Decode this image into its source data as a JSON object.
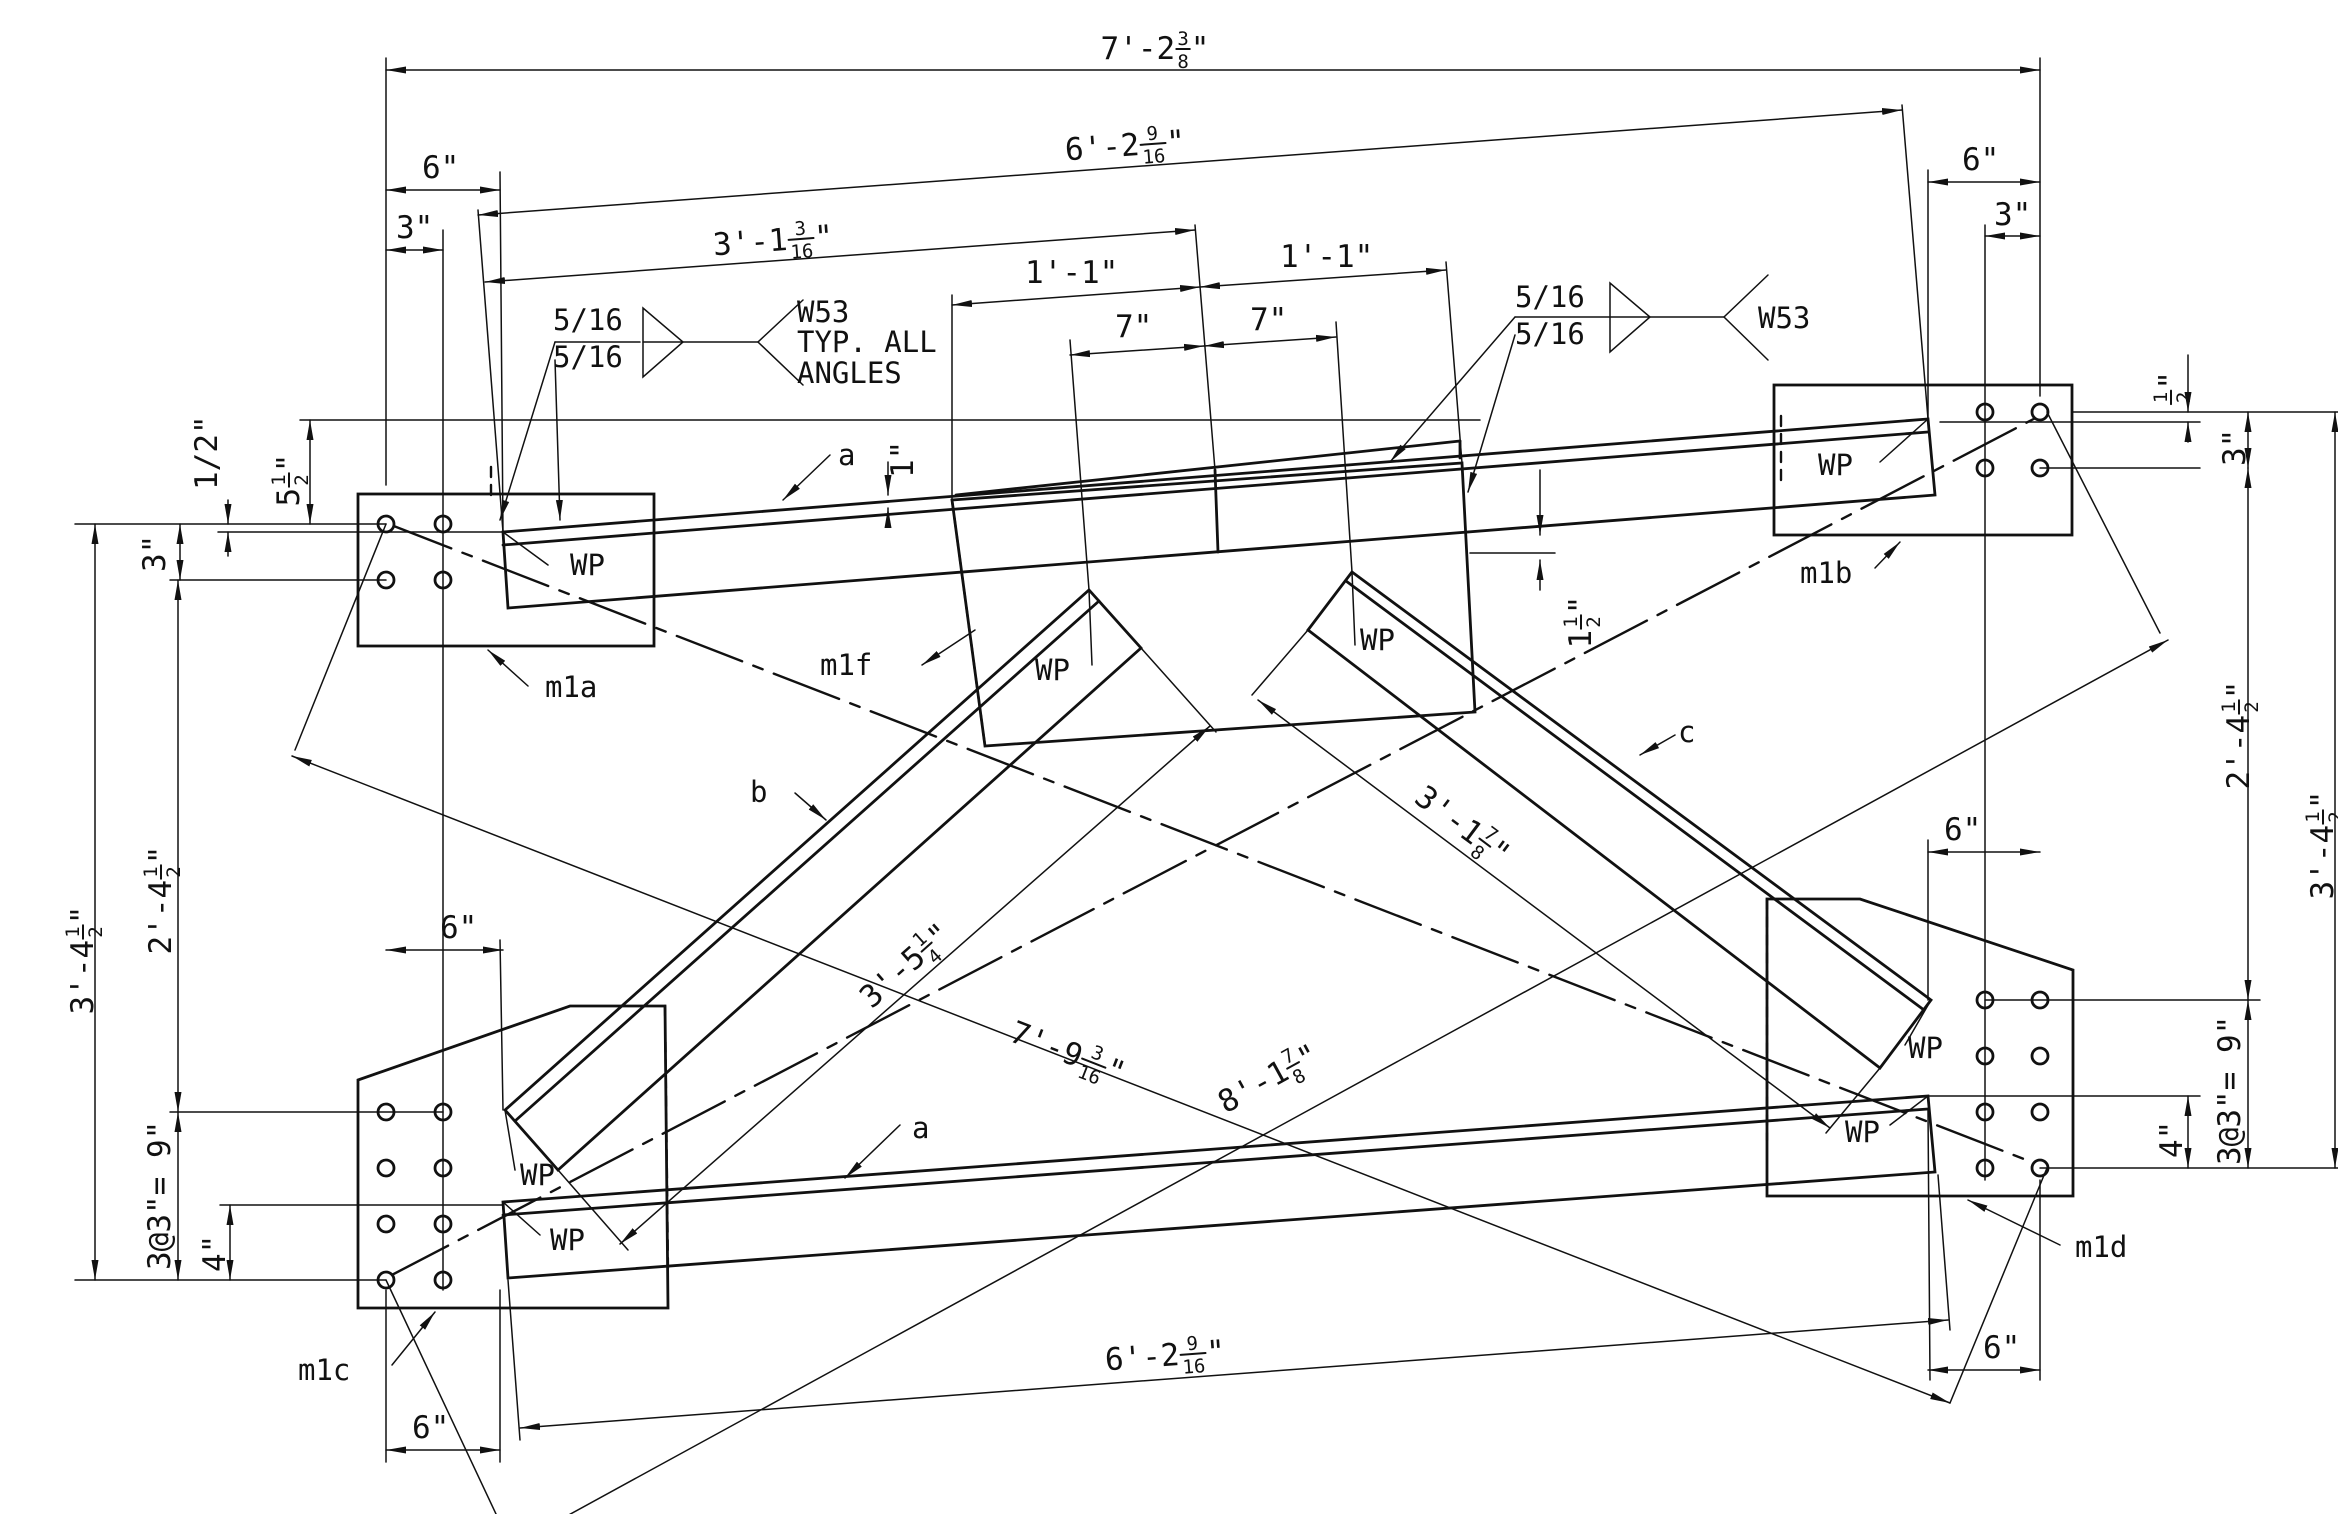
{
  "weld": {
    "left": {
      "size_top": "5/16",
      "size_bottom": "5/16",
      "note_lines": [
        "W53",
        "TYP. ALL",
        "ANGLES"
      ]
    },
    "right": {
      "size_top": "5/16",
      "size_bottom": "5/16",
      "note": "W53"
    }
  },
  "piece_marks": {
    "m1a": "m1a",
    "m1b": "m1b",
    "m1c": "m1c",
    "m1d": "m1d",
    "m1f": "m1f",
    "a_top": "a",
    "a_bottom": "a",
    "b": "b",
    "c": "c"
  },
  "work_point": "WP",
  "dimensions": {
    "overall_width": {
      "whole": "7'-2",
      "num": "3",
      "den": "8",
      "tail": "\""
    },
    "top_angle_length": {
      "whole": "6'-2",
      "num": "9",
      "den": "16",
      "tail": "\""
    },
    "bottom_angle_length": {
      "whole": "6'-2",
      "num": "9",
      "den": "16",
      "tail": "\""
    },
    "top_mid": {
      "whole": "3'-1",
      "num": "3",
      "den": "16",
      "tail": "\""
    },
    "gusset_left": "1'-1\"",
    "gusset_right": "1'-1\"",
    "center_left": "7\"",
    "center_right": "7\"",
    "left_six": "6\"",
    "left_three": "3\"",
    "right_six": "6\"",
    "right_three": "3\"",
    "left_half": "1/2\"",
    "left_five_half": {
      "whole": "5",
      "num": "1",
      "den": "2",
      "tail": "\""
    },
    "left_three_v": "3\"",
    "left_overall_height": {
      "whole": "3'-4",
      "num": "1",
      "den": "2",
      "tail": "\""
    },
    "left_mid_height": {
      "whole": "2'-4",
      "num": "1",
      "den": "2",
      "tail": "\""
    },
    "left_bolt_spacing": "3@3\"= 9\"",
    "left_four": "4\"",
    "bottom_left_six_upper": "6\"",
    "bottom_left_six": "6\"",
    "right_half": {
      "whole": "",
      "num": "1",
      "den": "2",
      "tail": "\""
    },
    "right_three_v": "3\"",
    "right_mid_height": {
      "whole": "2'-4",
      "num": "1",
      "den": "2",
      "tail": "\""
    },
    "right_overall_height": {
      "whole": "3'-4",
      "num": "1",
      "den": "2",
      "tail": "\""
    },
    "right_bolt_spacing": "3@3\"= 9\"",
    "right_four": "4\"",
    "right_lower_six": "6\"",
    "bottom_right_six": "6\"",
    "one_inch": "1\"",
    "one_half": {
      "whole": "1",
      "num": "1",
      "den": "2",
      "tail": "\""
    },
    "brace_b": {
      "whole": "3'-5",
      "num": "1",
      "den": "4",
      "tail": "\""
    },
    "brace_c": {
      "whole": "3'-1",
      "num": "7",
      "den": "8",
      "tail": "\""
    },
    "diag_1": {
      "whole": "7'-9",
      "num": "3",
      "den": "16",
      "tail": "\""
    },
    "diag_2": {
      "whole": "8'-1",
      "num": "7",
      "den": "8",
      "tail": "\""
    }
  }
}
